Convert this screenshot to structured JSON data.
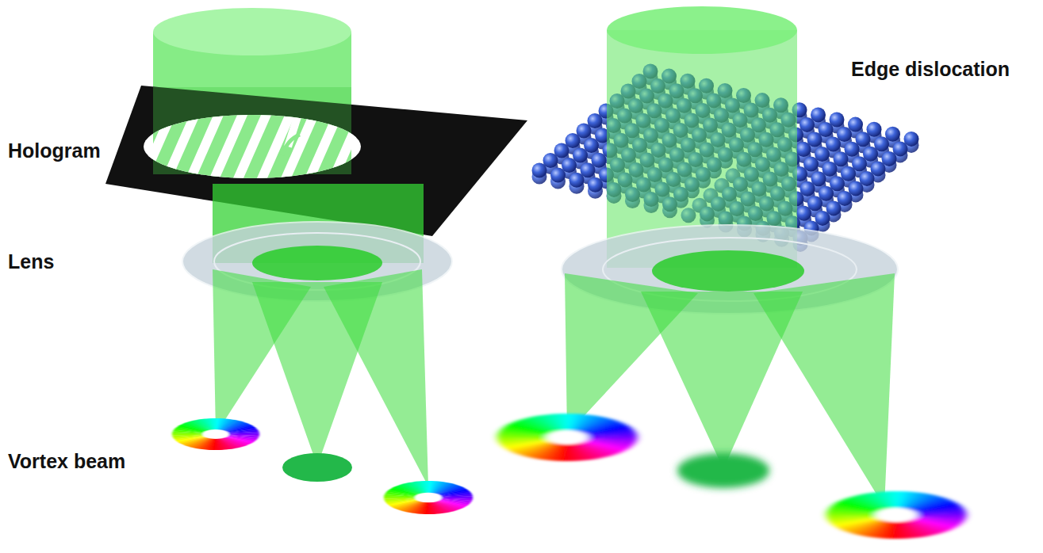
{
  "diagram": {
    "labels": [
      "Hologram",
      "Lens",
      "Vortex beam",
      "Edge dislocation"
    ]
  }
}
